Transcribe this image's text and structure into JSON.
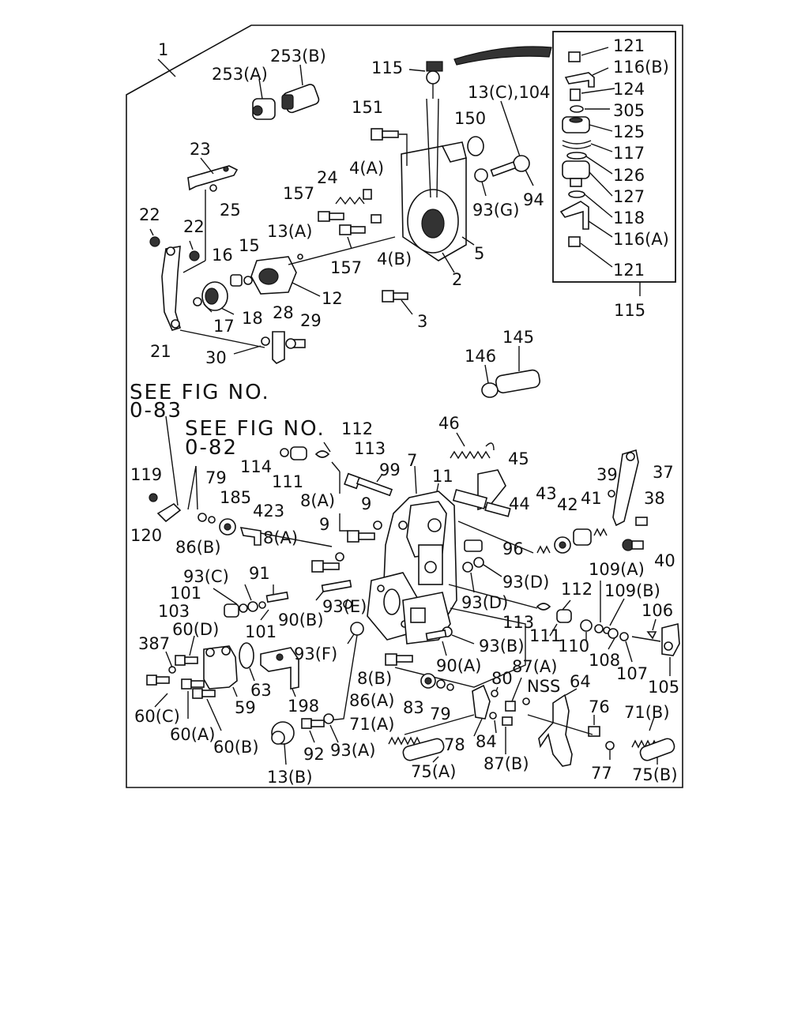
{
  "callouts": [
    {
      "id": "c-1",
      "text": "1"
    },
    {
      "id": "c-253a",
      "text": "253(A)"
    },
    {
      "id": "c-253b",
      "text": "253(B)"
    },
    {
      "id": "c-115-top",
      "text": "115"
    },
    {
      "id": "c-151",
      "text": "151"
    },
    {
      "id": "c-150",
      "text": "150"
    },
    {
      "id": "c-13c104",
      "text": "13(C),104"
    },
    {
      "id": "c-23",
      "text": "23"
    },
    {
      "id": "c-24",
      "text": "24"
    },
    {
      "id": "c-4a",
      "text": "4(A)"
    },
    {
      "id": "c-157a",
      "text": "157"
    },
    {
      "id": "c-93g",
      "text": "93(G)"
    },
    {
      "id": "c-94",
      "text": "94"
    },
    {
      "id": "c-25",
      "text": "25"
    },
    {
      "id": "c-22a",
      "text": "22"
    },
    {
      "id": "c-22b",
      "text": "22"
    },
    {
      "id": "c-13a",
      "text": "13(A)"
    },
    {
      "id": "c-16",
      "text": "16"
    },
    {
      "id": "c-15",
      "text": "15"
    },
    {
      "id": "c-4b",
      "text": "4(B)"
    },
    {
      "id": "c-5",
      "text": "5"
    },
    {
      "id": "c-157b",
      "text": "157"
    },
    {
      "id": "c-2",
      "text": "2"
    },
    {
      "id": "c-12",
      "text": "12"
    },
    {
      "id": "c-17",
      "text": "17"
    },
    {
      "id": "c-18",
      "text": "18"
    },
    {
      "id": "c-28",
      "text": "28"
    },
    {
      "id": "c-29",
      "text": "29"
    },
    {
      "id": "c-3",
      "text": "3"
    },
    {
      "id": "c-21",
      "text": "21"
    },
    {
      "id": "c-30",
      "text": "30"
    },
    {
      "id": "c-145",
      "text": "145"
    },
    {
      "id": "c-146",
      "text": "146"
    },
    {
      "id": "c-121a",
      "text": "121"
    },
    {
      "id": "c-116b",
      "text": "116(B)"
    },
    {
      "id": "c-124",
      "text": "124"
    },
    {
      "id": "c-305",
      "text": "305"
    },
    {
      "id": "c-125",
      "text": "125"
    },
    {
      "id": "c-117",
      "text": "117"
    },
    {
      "id": "c-126",
      "text": "126"
    },
    {
      "id": "c-127",
      "text": "127"
    },
    {
      "id": "c-118",
      "text": "118"
    },
    {
      "id": "c-116a",
      "text": "116(A)"
    },
    {
      "id": "c-121b",
      "text": "121"
    },
    {
      "id": "c-115-bottom",
      "text": "115"
    },
    {
      "id": "c-112a",
      "text": "112"
    },
    {
      "id": "c-46",
      "text": "46"
    },
    {
      "id": "c-114",
      "text": "114"
    },
    {
      "id": "c-113a",
      "text": "113"
    },
    {
      "id": "c-111a",
      "text": "111"
    },
    {
      "id": "c-99",
      "text": "99"
    },
    {
      "id": "c-7",
      "text": "7"
    },
    {
      "id": "c-11",
      "text": "11"
    },
    {
      "id": "c-45",
      "text": "45"
    },
    {
      "id": "c-119",
      "text": "119"
    },
    {
      "id": "c-79a",
      "text": "79"
    },
    {
      "id": "c-185",
      "text": "185"
    },
    {
      "id": "c-423",
      "text": "423"
    },
    {
      "id": "c-8a1",
      "text": "8(A)"
    },
    {
      "id": "c-9a",
      "text": "9"
    },
    {
      "id": "c-39",
      "text": "39"
    },
    {
      "id": "c-37",
      "text": "37"
    },
    {
      "id": "c-38",
      "text": "38"
    },
    {
      "id": "c-44",
      "text": "44"
    },
    {
      "id": "c-43",
      "text": "43"
    },
    {
      "id": "c-42",
      "text": "42"
    },
    {
      "id": "c-41",
      "text": "41"
    },
    {
      "id": "c-120",
      "text": "120"
    },
    {
      "id": "c-86b",
      "text": "86(B)"
    },
    {
      "id": "c-9b",
      "text": "9"
    },
    {
      "id": "c-8a2",
      "text": "8(A)"
    },
    {
      "id": "c-96",
      "text": "96"
    },
    {
      "id": "c-40",
      "text": "40"
    },
    {
      "id": "c-93c",
      "text": "93(C)"
    },
    {
      "id": "c-91",
      "text": "91"
    },
    {
      "id": "c-109a",
      "text": "109(A)"
    },
    {
      "id": "c-101a",
      "text": "101"
    },
    {
      "id": "c-93d1",
      "text": "93(D)"
    },
    {
      "id": "c-112b",
      "text": "112"
    },
    {
      "id": "c-109b",
      "text": "109(B)"
    },
    {
      "id": "c-103",
      "text": "103"
    },
    {
      "id": "c-93e",
      "text": "93(E)"
    },
    {
      "id": "c-93d2",
      "text": "93(D)"
    },
    {
      "id": "c-106",
      "text": "106"
    },
    {
      "id": "c-90b",
      "text": "90(B)"
    },
    {
      "id": "c-101b",
      "text": "101"
    },
    {
      "id": "c-113b",
      "text": "113"
    },
    {
      "id": "c-111b",
      "text": "111"
    },
    {
      "id": "c-387",
      "text": "387"
    },
    {
      "id": "c-60d",
      "text": "60(D)"
    },
    {
      "id": "c-93b",
      "text": "93(B)"
    },
    {
      "id": "c-110",
      "text": "110"
    },
    {
      "id": "c-108",
      "text": "108"
    },
    {
      "id": "c-107",
      "text": "107"
    },
    {
      "id": "c-93f",
      "text": "93(F)"
    },
    {
      "id": "c-90a",
      "text": "90(A)"
    },
    {
      "id": "c-87a",
      "text": "87(A)"
    },
    {
      "id": "c-105",
      "text": "105"
    },
    {
      "id": "c-8b",
      "text": "8(B)"
    },
    {
      "id": "c-80",
      "text": "80"
    },
    {
      "id": "c-nss",
      "text": "NSS"
    },
    {
      "id": "c-64",
      "text": "64"
    },
    {
      "id": "c-63",
      "text": "63"
    },
    {
      "id": "c-86a",
      "text": "86(A)"
    },
    {
      "id": "c-83",
      "text": "83"
    },
    {
      "id": "c-79b",
      "text": "79"
    },
    {
      "id": "c-59",
      "text": "59"
    },
    {
      "id": "c-198",
      "text": "198"
    },
    {
      "id": "c-76",
      "text": "76"
    },
    {
      "id": "c-60c",
      "text": "60(C)"
    },
    {
      "id": "c-71a",
      "text": "71(A)"
    },
    {
      "id": "c-71b",
      "text": "71(B)"
    },
    {
      "id": "c-60a",
      "text": "60(A)"
    },
    {
      "id": "c-78",
      "text": "78"
    },
    {
      "id": "c-84",
      "text": "84"
    },
    {
      "id": "c-60b",
      "text": "60(B)"
    },
    {
      "id": "c-93a",
      "text": "93(A)"
    },
    {
      "id": "c-92",
      "text": "92"
    },
    {
      "id": "c-87b",
      "text": "87(B)"
    },
    {
      "id": "c-77",
      "text": "77"
    },
    {
      "id": "c-75a",
      "text": "75(A)"
    },
    {
      "id": "c-75b",
      "text": "75(B)"
    },
    {
      "id": "c-13b",
      "text": "13(B)"
    }
  ],
  "references": {
    "fig83_line1": "SEE FIG NO.",
    "fig83_line2": "0-83",
    "fig82_line1": "SEE FIG NO.",
    "fig82_line2": "0-82"
  }
}
